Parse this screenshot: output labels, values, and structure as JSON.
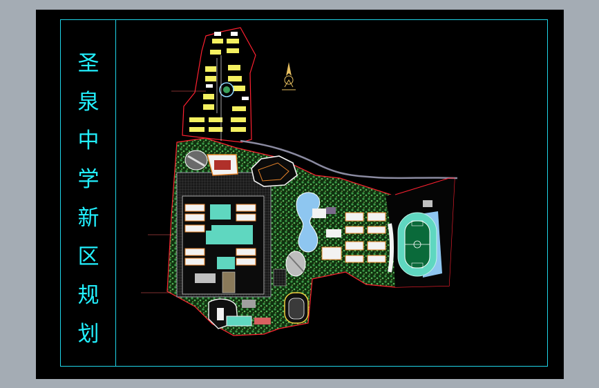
{
  "title_chars": [
    "圣",
    "泉",
    "中",
    "学",
    "新",
    "区",
    "规",
    "划"
  ],
  "colors": {
    "background": "#a4acb4",
    "sheet": "#000000",
    "frame": "#1fd6ea",
    "title": "#22f0ff",
    "boundary": "#ff2030",
    "vegetation": "#2e7d3c",
    "building": "#f0f0f0",
    "accent_building": "#e8842a",
    "track": "#5fd7c0",
    "road": "#8a8aa0"
  },
  "icons": [
    "north-arrow-icon"
  ]
}
